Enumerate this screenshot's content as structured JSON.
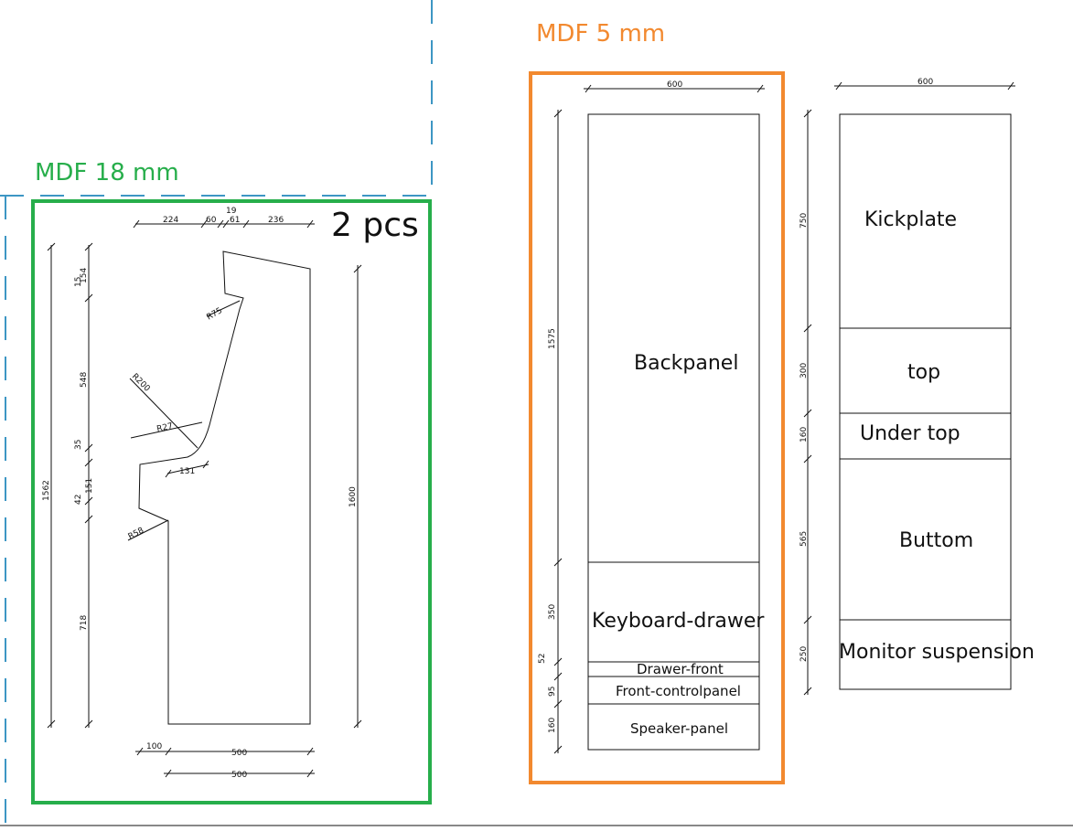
{
  "colors": {
    "green": "#27ae4b",
    "orange": "#f2892f",
    "dash": "#3d96c4",
    "line": "#111111"
  },
  "mdf18": {
    "title": "MDF 18 mm",
    "count": "2 pcs",
    "dims": {
      "w224": "224",
      "w60": "60",
      "w19": "19",
      "w61": "61",
      "w236": "236",
      "h154": "154",
      "h15": "15",
      "h548": "548",
      "h35": "35",
      "h151": "151",
      "h42": "42",
      "h718": "718",
      "h1562": "1562",
      "h1600": "1600",
      "r75": "R75",
      "r200": "R200",
      "r27": "R27",
      "w131": "131",
      "r58": "R58",
      "b100": "100",
      "b500": "500",
      "b500b": "500"
    }
  },
  "mdf5": {
    "title": "MDF 5 mm",
    "left": {
      "width": "600",
      "rows": [
        {
          "label": "Backpanel",
          "dim": "1575"
        },
        {
          "label": "Keyboard-drawer",
          "dim": "350"
        },
        {
          "label": "Drawer-front",
          "dim": "52"
        },
        {
          "label": "Front-controlpanel",
          "dim": "95"
        },
        {
          "label": "Speaker-panel",
          "dim": "160"
        }
      ]
    },
    "right": {
      "width": "600",
      "rows": [
        {
          "label": "Kickplate",
          "dim": "750"
        },
        {
          "label": "top",
          "dim": "300"
        },
        {
          "label": "Under top",
          "dim": "160"
        },
        {
          "label": "Buttom",
          "dim": "565"
        },
        {
          "label": "Monitor suspension",
          "dim": "250"
        }
      ]
    }
  }
}
